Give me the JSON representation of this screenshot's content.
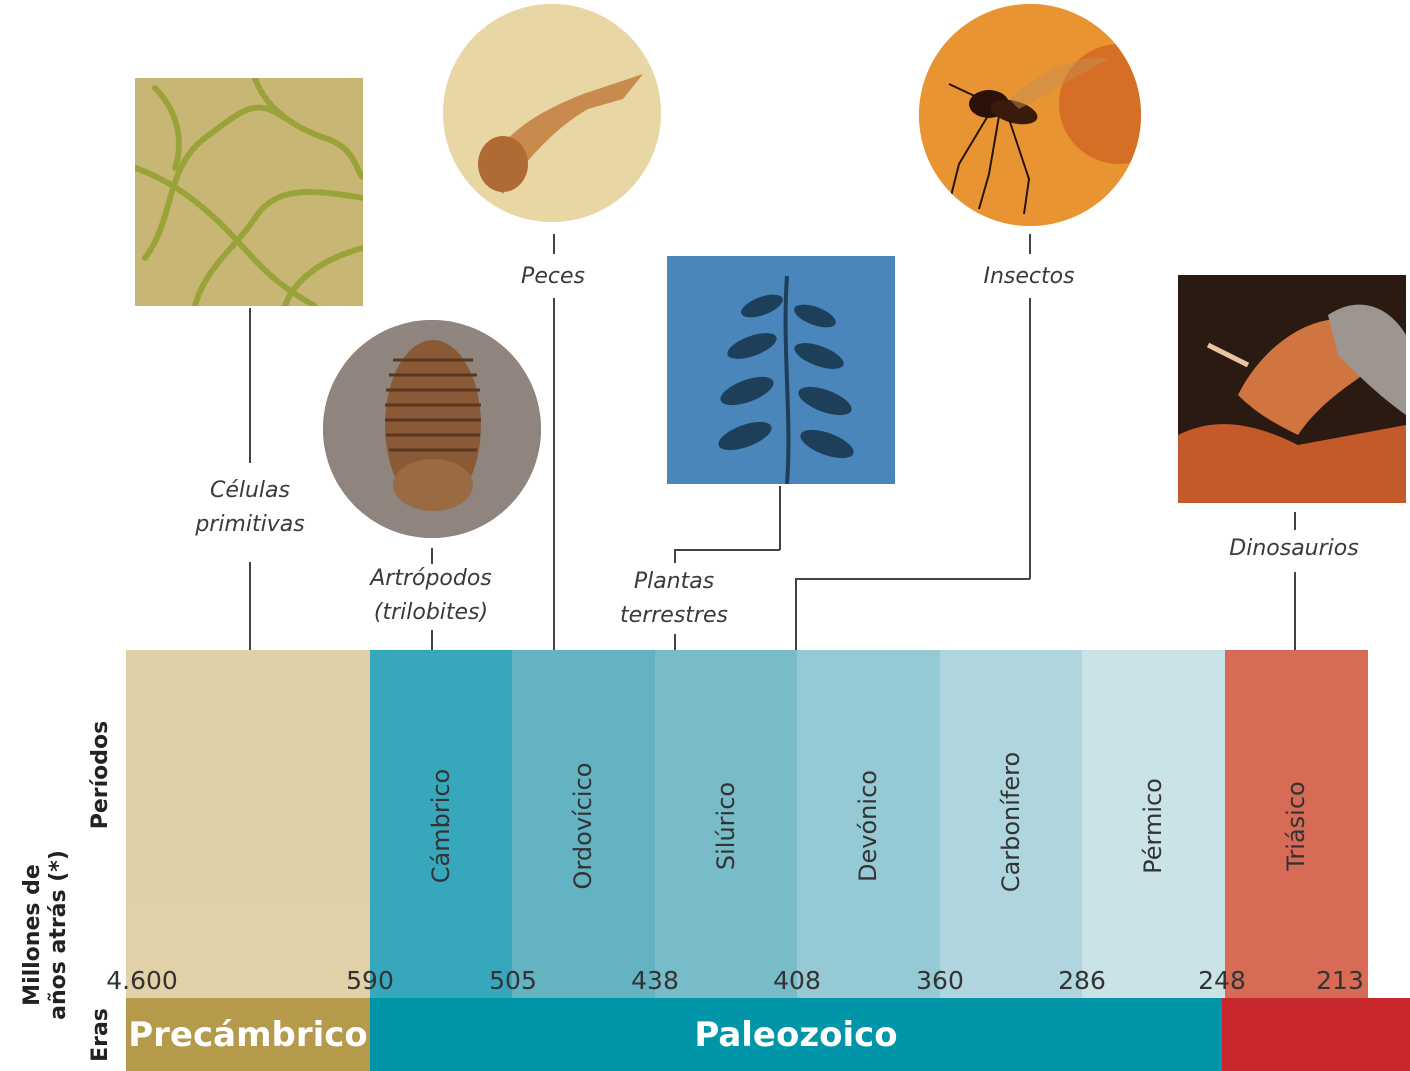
{
  "labels": {
    "cells": [
      "Células",
      "primitivas"
    ],
    "arthropods": [
      "Artrópodos",
      "(trilobites)"
    ],
    "fish": "Peces",
    "plants": [
      "Plantas",
      "terrestres"
    ],
    "insects": "Insectos",
    "dinosaurs": "Dinosaurios"
  },
  "axis": {
    "periods_label": "Períodos",
    "years_label": [
      "Millones de",
      "años atrás (*)"
    ],
    "eras_label": "Eras"
  },
  "periods": [
    {
      "name": "",
      "color": "#e0d0a8"
    },
    {
      "name": "Cámbrico",
      "color": "#37a8bc"
    },
    {
      "name": "Ordovícico",
      "color": "#63b3c3"
    },
    {
      "name": "Silúrico",
      "color": "#78bcc9"
    },
    {
      "name": "Devónico",
      "color": "#95c9d4"
    },
    {
      "name": "Carbonífero",
      "color": "#afd6de"
    },
    {
      "name": "Pérmico",
      "color": "#c9e3e7"
    },
    {
      "name": "Triásico",
      "color": "#d86b55"
    }
  ],
  "years": [
    "4.600",
    "590",
    "505",
    "438",
    "408",
    "360",
    "286",
    "248",
    "213"
  ],
  "eras": [
    {
      "name": "Precámbrico",
      "color": "#b59a4c"
    },
    {
      "name": "Paleozoico",
      "color": "#0095a8"
    },
    {
      "name": "",
      "color": "#c8282c"
    }
  ]
}
